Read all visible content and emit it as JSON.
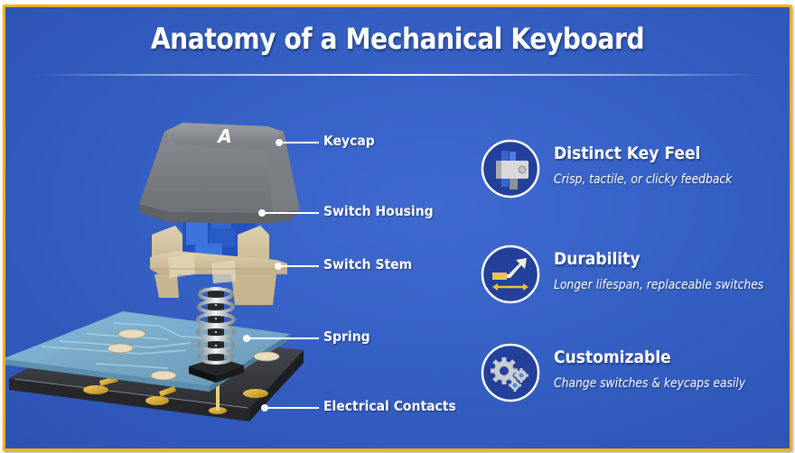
{
  "title": "Anatomy of a Mechanical Keyboard",
  "keycap_letter": "A",
  "callouts": [
    {
      "id": "keycap",
      "label": "Keycap"
    },
    {
      "id": "switch-housing",
      "label": "Switch Housing"
    },
    {
      "id": "switch-stem",
      "label": "Switch Stem"
    },
    {
      "id": "spring",
      "label": "Spring"
    },
    {
      "id": "electrical-contacts",
      "label": "Electrical Contacts"
    }
  ],
  "features": [
    {
      "icon": "switch-icon",
      "title": "Distinct Key Feel",
      "description": "Crisp, tactile, or clicky feedback"
    },
    {
      "icon": "durability-arrow-icon",
      "title": "Durability",
      "description": "Longer lifespan, replaceable switches"
    },
    {
      "icon": "gears-icon",
      "title": "Customizable",
      "description": "Change switches & keycaps easily"
    }
  ],
  "colors": {
    "background": "#3560c4",
    "border": "#f2b318",
    "keycap": "#808489",
    "housing": "#2557c4",
    "stem": "#d2c3a0",
    "pcb": "#7fb2cf",
    "base": "#3a3d44",
    "contacts": "#d4a52a"
  }
}
